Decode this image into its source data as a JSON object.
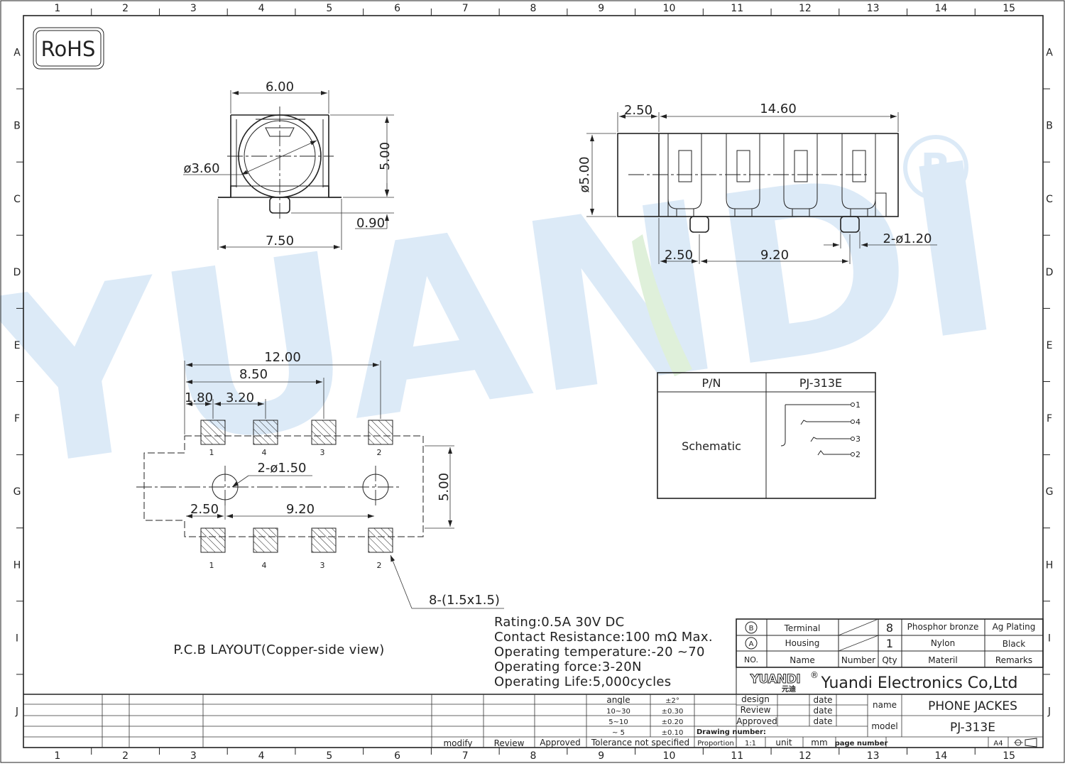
{
  "watermark": {
    "brand_text": "YUANDI",
    "registered_mark": "®"
  },
  "frame": {
    "columns": [
      "1",
      "2",
      "3",
      "4",
      "5",
      "6",
      "7",
      "8",
      "9",
      "10",
      "11",
      "12",
      "13",
      "14",
      "15"
    ],
    "rows": [
      "A",
      "B",
      "C",
      "D",
      "E",
      "F",
      "G",
      "H",
      "I",
      "J"
    ]
  },
  "rohs_badge": "RoHS",
  "front_view": {
    "width_top": "6.00",
    "diameter": "ø3.60",
    "height": "5.00",
    "pin_height": "0.90",
    "base_width": "7.50"
  },
  "side_view": {
    "offset": "2.50",
    "length": "14.60",
    "diameter": "ø5.00",
    "pin_offset": "2.50",
    "pin_pitch": "9.20",
    "pin_dia": "2-ø1.20"
  },
  "pcb": {
    "overall": "12.00",
    "span": "8.50",
    "first": "1.80",
    "pitch": "3.20",
    "hole_dia": "2-ø1.50",
    "hole_offset": "2.50",
    "hole_pitch": "9.20",
    "height": "5.00",
    "pad_note": "8-(1.5x1.5)",
    "pad_numbers": [
      "1",
      "4",
      "3",
      "2"
    ],
    "caption": "P.C.B LAYOUT(Copper-side view)"
  },
  "pn_table": {
    "header_left": "P/N",
    "header_right": "PJ-313E",
    "row_label": "Schematic",
    "pins": [
      "1",
      "4",
      "3",
      "2"
    ]
  },
  "specs": [
    "Rating:0.5A 30V DC",
    "Contact Resistance:100 mΩ Max.",
    "Operating temperature:-20 ~70",
    "Operating force:3-20N",
    "Operating Life:5,000cycles"
  ],
  "bom": {
    "rows": [
      {
        "mark": "B",
        "name": "Terminal",
        "qty": "8",
        "material": "Phosphor bronze",
        "remarks": "Ag Plating"
      },
      {
        "mark": "A",
        "name": "Housing",
        "qty": "1",
        "material": "Nylon",
        "remarks": "Black"
      }
    ],
    "header": {
      "no": "NO.",
      "name": "Name",
      "number": "Number",
      "qty": "Qty",
      "material": "Materil",
      "remarks": "Remarks"
    }
  },
  "company": {
    "logo": "YUANDI",
    "logo_cn": "元迪",
    "name": "Yuandi Electronics Co,Ltd"
  },
  "title_block": {
    "angle_label": "angle",
    "angle_tol": "±2°",
    "ranges": [
      [
        "10~30",
        "±0.30"
      ],
      [
        "5~10",
        "±0.20"
      ],
      [
        "~ 5",
        "±0.10"
      ]
    ],
    "modify": "modify",
    "review": "Review",
    "approved": "Approved",
    "tolerance": "Tolerance not specified",
    "design": "design",
    "review2": "Review",
    "approved2": "Approved",
    "date": "date",
    "drawing_number": "Drawing number:",
    "proportion": "Proportion",
    "scale": "1:1",
    "unit_label": "unit",
    "unit": "mm",
    "page_number": "page number",
    "paper": "A4",
    "name_label": "name",
    "name_value": "PHONE JACKES",
    "model_label": "model",
    "model_value": "PJ-313E"
  }
}
